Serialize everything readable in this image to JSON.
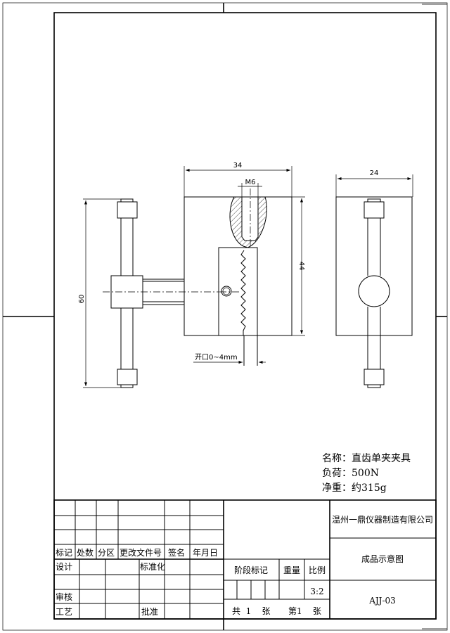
{
  "dimensions": {
    "width_main": "34",
    "thread": "M6",
    "height_main": "44",
    "height_handle": "60",
    "width_side": "24",
    "opening": "开口0~4mm"
  },
  "info": {
    "name": "名称：直齿单夹夹具",
    "load": "负荷：500N",
    "weight": "净重：约315g"
  },
  "title_block": {
    "company": "温州一鼎仪器制造有限公司",
    "drawing_title": "成品示意图",
    "drawing_number": "AJJ-03",
    "scale": "3:2",
    "headers": [
      "标记",
      "处数",
      "分区",
      "更改文件号",
      "签名",
      "年月日"
    ],
    "design": "设计",
    "standardization": "标准化",
    "review": "审核",
    "process": "工艺",
    "approval": "批准",
    "stage_mark": "阶段标记",
    "weight": "重量",
    "ratio": "比例",
    "sheets_total": "共  1    张",
    "sheet_no": "第1    张"
  }
}
